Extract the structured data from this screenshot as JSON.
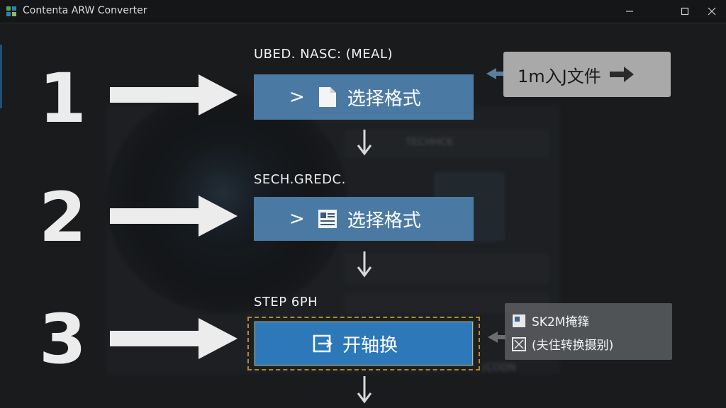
{
  "window": {
    "title": "Contenta ARW Converter",
    "controls": [
      "minimize-icon",
      "maximize-icon",
      "close-icon"
    ]
  },
  "steps": [
    {
      "number": "1",
      "label": "UBED. NASC: (MEAL)",
      "button_label": "选择格式",
      "icon": "document-icon"
    },
    {
      "number": "2",
      "label": "SECH.GREDC.",
      "button_label": "选择格式",
      "icon": "form-icon"
    },
    {
      "number": "3",
      "label": "STEP 6PH",
      "button_label": "开轴换",
      "icon": "convert-icon"
    }
  ],
  "callout": {
    "text": "1m入J文件"
  },
  "side_options": [
    {
      "label": "SK2M掩箨",
      "icon": "checkbox-icon"
    },
    {
      "label": "(夫住转换摄别)",
      "icon": "image-box-icon"
    }
  ],
  "background_mock": {
    "row_label": "TECHHCK",
    "footer_text": "(CODN"
  },
  "colors": {
    "accent": "#2c78b8",
    "button_light": "#4a7aa3",
    "background": "#1e2022"
  }
}
